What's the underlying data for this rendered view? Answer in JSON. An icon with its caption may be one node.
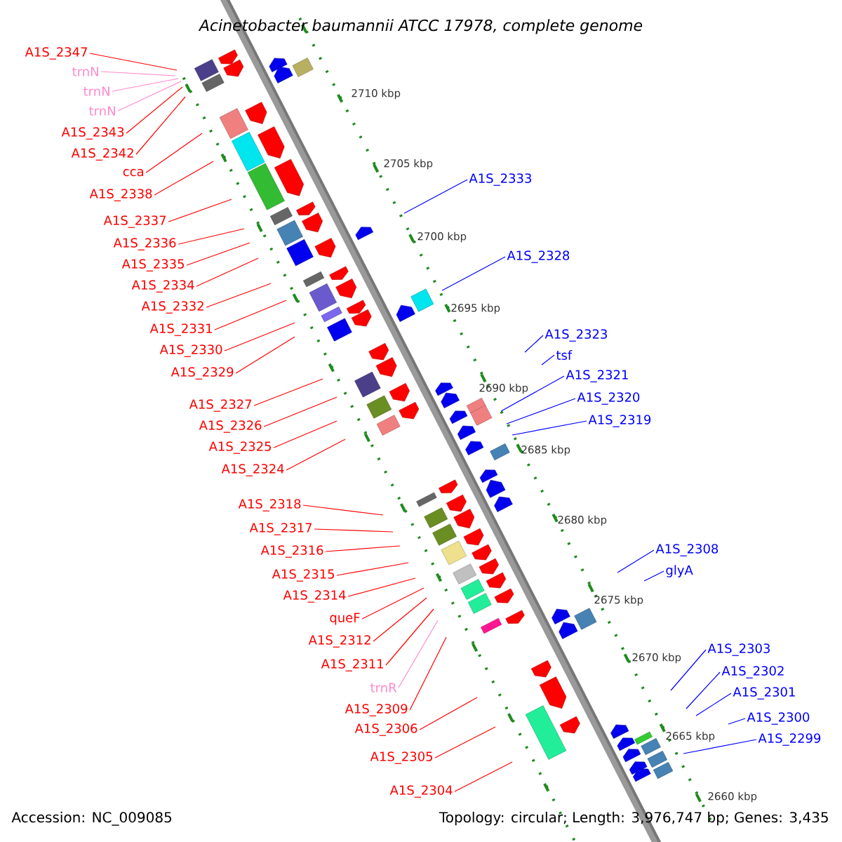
{
  "diagram": {
    "title": "Acinetobacter baumannii ATCC 17978, complete genome",
    "nodes": [
      {
        "text": [
          "A1S_2347"
        ]
      },
      {
        "text": [
          "trnN"
        ]
      },
      {
        "text": [
          "trnN"
        ]
      },
      {
        "text": [
          "trnN"
        ]
      },
      {
        "text": [
          "A1S_2343"
        ]
      },
      {
        "text": [
          "A1S_2342"
        ]
      },
      {
        "text": [
          "cca"
        ]
      },
      {
        "text": [
          "A1S_2338"
        ]
      },
      {
        "text": [
          "A1S_2337"
        ]
      },
      {
        "text": [
          "A1S_2336"
        ]
      },
      {
        "text": [
          "A1S_2335"
        ]
      },
      {
        "text": [
          "A1S_2334"
        ]
      },
      {
        "text": [
          "A1S_2332"
        ]
      },
      {
        "text": [
          "A1S_2331"
        ]
      },
      {
        "text": [
          "A1S_2330"
        ]
      },
      {
        "text": [
          "A1S_2329"
        ]
      },
      {
        "text": [
          "A1S_2327"
        ]
      },
      {
        "text": [
          "A1S_2326"
        ]
      },
      {
        "text": [
          "A1S_2325"
        ]
      },
      {
        "text": [
          "A1S_2324"
        ]
      },
      {
        "text": [
          "A1S_2318"
        ]
      },
      {
        "text": [
          "A1S_2317"
        ]
      },
      {
        "text": [
          "A1S_2316"
        ]
      },
      {
        "text": [
          "A1S_2315"
        ]
      },
      {
        "text": [
          "A1S_2314"
        ]
      },
      {
        "text": [
          "queF"
        ]
      },
      {
        "text": [
          "A1S_2312"
        ]
      },
      {
        "text": [
          "A1S_2311"
        ]
      },
      {
        "text": [
          "trnR"
        ]
      },
      {
        "text": [
          "A1S_2309"
        ]
      },
      {
        "text": [
          "A1S_2306"
        ]
      },
      {
        "text": [
          "A1S_2305"
        ]
      },
      {
        "text": [
          "A1S_2304"
        ]
      },
      {
        "text": [
          "A1S_2333"
        ]
      },
      {
        "text": [
          "A1S_2328"
        ]
      },
      {
        "text": [
          "A1S_2323"
        ]
      },
      {
        "text": [
          "tsf"
        ]
      },
      {
        "text": [
          "A1S_2321"
        ]
      },
      {
        "text": [
          "A1S_2320"
        ]
      },
      {
        "text": [
          "A1S_2319"
        ]
      },
      {
        "text": [
          "A1S_2308"
        ]
      },
      {
        "text": [
          "glyA"
        ]
      },
      {
        "text": [
          "A1S_2303"
        ]
      },
      {
        "text": [
          "A1S_2302"
        ]
      },
      {
        "text": [
          "A1S_2301"
        ]
      },
      {
        "text": [
          "A1S_2300"
        ]
      },
      {
        "text": [
          "A1S_2299"
        ]
      }
    ],
    "edges": [
      {
        "from": 0,
        "to": null,
        "arrow": "none"
      },
      {
        "from": 1,
        "to": null,
        "arrow": "none",
        "color": "#ff88cc"
      },
      {
        "from": 2,
        "to": null,
        "arrow": "none",
        "color": "#ff88cc"
      },
      {
        "from": 3,
        "to": null,
        "arrow": "none",
        "color": "#ff88cc"
      },
      {
        "from": 4,
        "to": null,
        "arrow": "none"
      },
      {
        "from": 5,
        "to": null,
        "arrow": "none"
      },
      {
        "from": 6,
        "to": null,
        "arrow": "none"
      },
      {
        "from": 7,
        "to": null,
        "arrow": "none"
      },
      {
        "from": 8,
        "to": null,
        "arrow": "none"
      },
      {
        "from": 9,
        "to": null,
        "arrow": "none"
      },
      {
        "from": 10,
        "to": null,
        "arrow": "none"
      },
      {
        "from": 11,
        "to": null,
        "arrow": "none"
      },
      {
        "from": 12,
        "to": null,
        "arrow": "none"
      },
      {
        "from": 13,
        "to": null,
        "arrow": "none"
      },
      {
        "from": 14,
        "to": null,
        "arrow": "none"
      },
      {
        "from": 15,
        "to": null,
        "arrow": "none"
      },
      {
        "from": 16,
        "to": null,
        "arrow": "none"
      },
      {
        "from": 17,
        "to": null,
        "arrow": "none"
      },
      {
        "from": 18,
        "to": null,
        "arrow": "none"
      },
      {
        "from": 19,
        "to": null,
        "arrow": "none"
      },
      {
        "from": 20,
        "to": null,
        "arrow": "none"
      },
      {
        "from": 21,
        "to": null,
        "arrow": "none"
      },
      {
        "from": 22,
        "to": null,
        "arrow": "none"
      },
      {
        "from": 23,
        "to": null,
        "arrow": "none"
      },
      {
        "from": 24,
        "to": null,
        "arrow": "none"
      },
      {
        "from": 25,
        "to": null,
        "arrow": "none"
      },
      {
        "from": 26,
        "to": null,
        "arrow": "none"
      },
      {
        "from": 27,
        "to": null,
        "arrow": "none"
      },
      {
        "from": 28,
        "to": null,
        "arrow": "none",
        "color": "#ff88cc"
      },
      {
        "from": 29,
        "to": null,
        "arrow": "none"
      },
      {
        "from": 30,
        "to": null,
        "arrow": "none"
      },
      {
        "from": 31,
        "to": null,
        "arrow": "none"
      },
      {
        "from": 32,
        "to": null,
        "arrow": "none"
      },
      {
        "from": 33,
        "to": null,
        "arrow": "none",
        "color": "#0000ff"
      },
      {
        "from": 34,
        "to": null,
        "arrow": "none",
        "color": "#0000ff"
      },
      {
        "from": 35,
        "to": null,
        "arrow": "none",
        "color": "#0000ff"
      },
      {
        "from": 36,
        "to": null,
        "arrow": "none",
        "color": "#0000ff"
      },
      {
        "from": 37,
        "to": null,
        "arrow": "none",
        "color": "#0000ff"
      },
      {
        "from": 38,
        "to": null,
        "arrow": "none",
        "color": "#0000ff"
      },
      {
        "from": 39,
        "to": null,
        "arrow": "none",
        "color": "#0000ff"
      },
      {
        "from": 40,
        "to": null,
        "arrow": "none",
        "color": "#0000ff"
      },
      {
        "from": 41,
        "to": null,
        "arrow": "none",
        "color": "#0000ff"
      },
      {
        "from": 42,
        "to": null,
        "arrow": "none",
        "color": "#0000ff"
      },
      {
        "from": 43,
        "to": null,
        "arrow": "none",
        "color": "#0000ff"
      },
      {
        "from": 44,
        "to": null,
        "arrow": "none",
        "color": "#0000ff"
      },
      {
        "from": 45,
        "to": null,
        "arrow": "none",
        "color": "#0000ff"
      },
      {
        "from": 46,
        "to": null,
        "arrow": "none",
        "color": "#0000ff"
      }
    ],
    "labels": [
      "2710 kbp",
      "2705 kbp",
      "2700 kbp",
      "2695 kbp",
      "2690 kbp",
      "2685 kbp",
      "2680 kbp",
      "2675 kbp",
      "2670 kbp",
      "2665 kbp",
      "2660 kbp",
      "Accession: NC_009085",
      "Topology: circular; Length: 3,976,747 bp; Genes: 3,435"
    ]
  }
}
